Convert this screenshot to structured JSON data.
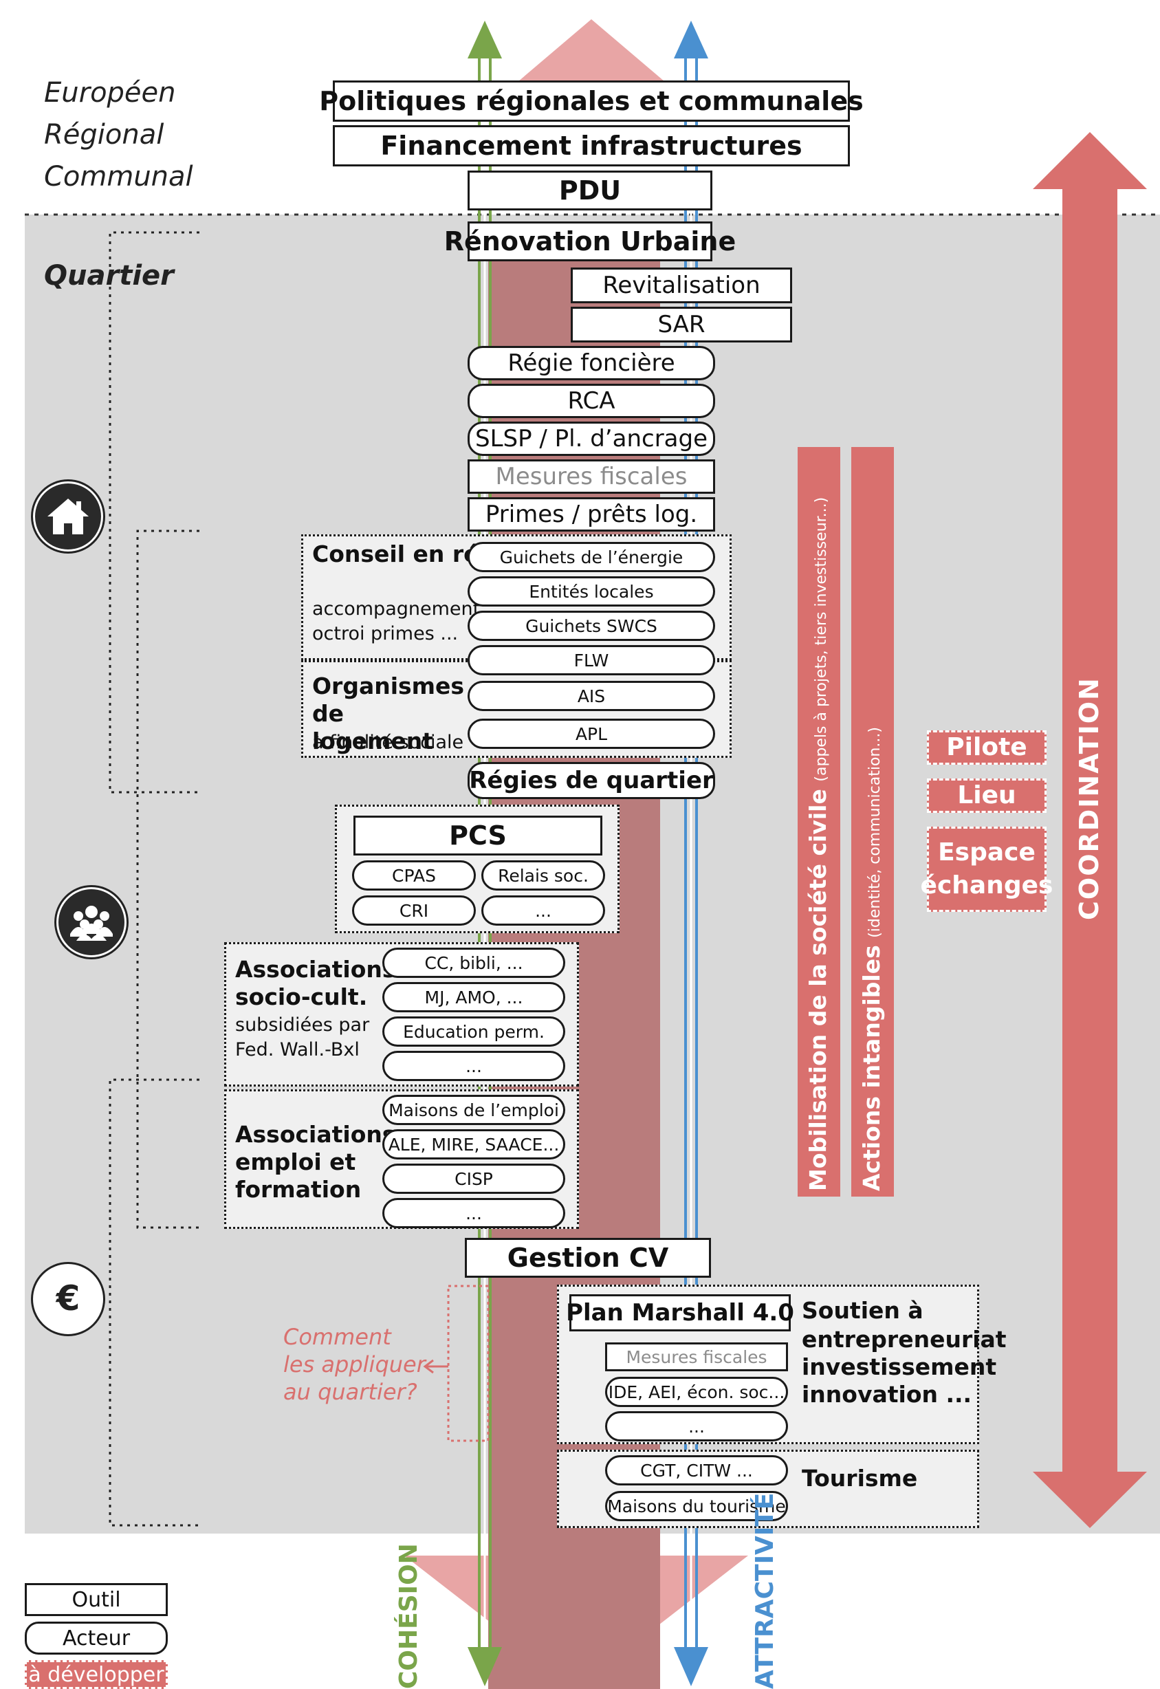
{
  "colors": {
    "accent_red": "#d9706e",
    "cohesion_green": "#7aa54a",
    "attractivite_blue": "#4a90d0",
    "background_grey": "#d9d9d9",
    "shade_red": "#b97c7c"
  },
  "levels": {
    "europeen": "Européen",
    "regional": "Régional",
    "communal": "Communal",
    "quartier": "Quartier"
  },
  "tools": {
    "politiques": "Politiques régionales et communales",
    "financement": "Financement infrastructures",
    "pdu": "PDU",
    "renovation": "Rénovation Urbaine",
    "revitalisation": "Revitalisation",
    "sar": "SAR",
    "regie_fonciere": "Régie foncière",
    "rca": "RCA",
    "slsp": "SLSP / Pl. d’ancrage",
    "mesures_fiscales": "Mesures fiscales",
    "primes": "Primes / prêts log.",
    "regies_quartier": "Régies de quartier",
    "gestion_cv": "Gestion CV"
  },
  "conseil": {
    "title": "Conseil en rénovation",
    "sub": "accompagnement octroi primes ...",
    "items": [
      "Guichets de l’énergie",
      "Entités locales",
      "Guichets SWCS",
      "FLW"
    ]
  },
  "organismes": {
    "title": "Organismes de logement",
    "sub": "à finalité sociale",
    "items": [
      "AIS",
      "APL"
    ]
  },
  "pcs": {
    "title": "PCS",
    "items": [
      "CPAS",
      "Relais soc.",
      "CRI",
      "..."
    ]
  },
  "socio_cult": {
    "title": "Associations socio-cult.",
    "sub": "subsidiées par Fed. Wall.-Bxl",
    "items": [
      "CC, bibli, ...",
      "MJ, AMO, ...",
      "Education perm.",
      "..."
    ]
  },
  "emploi": {
    "title": "Associations emploi et formation",
    "items": [
      "Maisons de l’emploi",
      "ALE, MIRE, SAACE...",
      "CISP",
      "..."
    ]
  },
  "economie": {
    "plan": "Plan Marshall 4.0",
    "soutien_title": "Soutien à",
    "soutien_lines": [
      "entrepreneuriat",
      "investissement",
      "innovation ..."
    ],
    "items": [
      "Mesures fiscales",
      "IDE, AEI, écon. soc...",
      "..."
    ]
  },
  "tourisme": {
    "title": "Tourisme",
    "items": [
      "CGT, CITW ...",
      "Maisons du tourisme"
    ]
  },
  "question": [
    "Comment",
    "les appliquer",
    "au quartier?"
  ],
  "vertical": {
    "mobilisation": "Mobilisation de la société civile",
    "mobilisation_paren": "(appels à projets, tiers investisseur...)",
    "actions": "Actions intangibles",
    "actions_paren": "(identité, communication...)",
    "coordination": "COORDINATION",
    "cohesion": "COHÉSION",
    "attractivite": "ATTRACTIVITÉ"
  },
  "tags": {
    "pilote": "Pilote",
    "lieu": "Lieu",
    "espace": "Espace échanges"
  },
  "legend": {
    "outil": "Outil",
    "acteur": "Acteur",
    "a_developper": "à développer"
  },
  "icons": [
    "house-icon",
    "people-icon",
    "euro-icon"
  ]
}
